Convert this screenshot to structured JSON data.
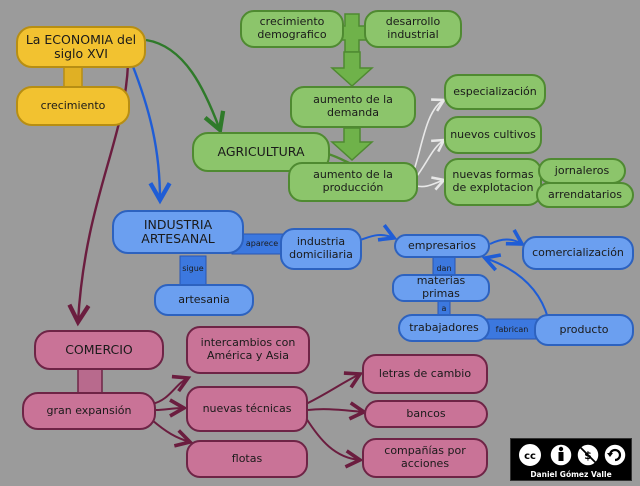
{
  "nodes": {
    "economia": "La ECONOMIA del siglo XVI",
    "crecimiento": "crecimiento",
    "crec_demografico": "crecimiento demografico",
    "desarrollo_industrial": "desarrollo industrial",
    "aumento_demanda": "aumento de la demanda",
    "aumento_produccion": "aumento de la producción",
    "agricultura": "AGRICULTURA",
    "especializacion": "especialización",
    "nuevos_cultivos": "nuevos cultivos",
    "nuevas_formas": "nuevas formas de explotacion",
    "jornaleros": "jornaleros",
    "arrendatarios": "arrendatarios",
    "industria_artesanal": "INDUSTRIA ARTESANAL",
    "artesania": "artesania",
    "industria_domiciliaria": "industria domiciliaria",
    "empresarios": "empresarios",
    "comercializacion": "comercialización",
    "materias_primas": "materias primas",
    "trabajadores": "trabajadores",
    "producto": "producto",
    "comercio": "COMERCIO",
    "gran_expansion": "gran expansión",
    "intercambios": "intercambios con América y Asia",
    "nuevas_tecnicas": "nuevas técnicas",
    "flotas": "flotas",
    "letras_cambio": "letras de cambio",
    "bancos": "bancos",
    "companias": "compañías por acciones"
  },
  "links": {
    "aparece": "aparece",
    "sigue": "sigue",
    "dan": "dan",
    "a": "a",
    "fabrican": "fabrican"
  },
  "license": {
    "credit": "Daniel Gómez Valle",
    "icons": [
      "cc-icon",
      "attribution-icon",
      "noncommercial-icon",
      "share-alike-icon"
    ]
  },
  "colors": {
    "background": "#9b9b9b",
    "yellow": "#f2c230",
    "green": "#8cc56b",
    "blue": "#6b9ff0",
    "pink": "#c97397"
  }
}
